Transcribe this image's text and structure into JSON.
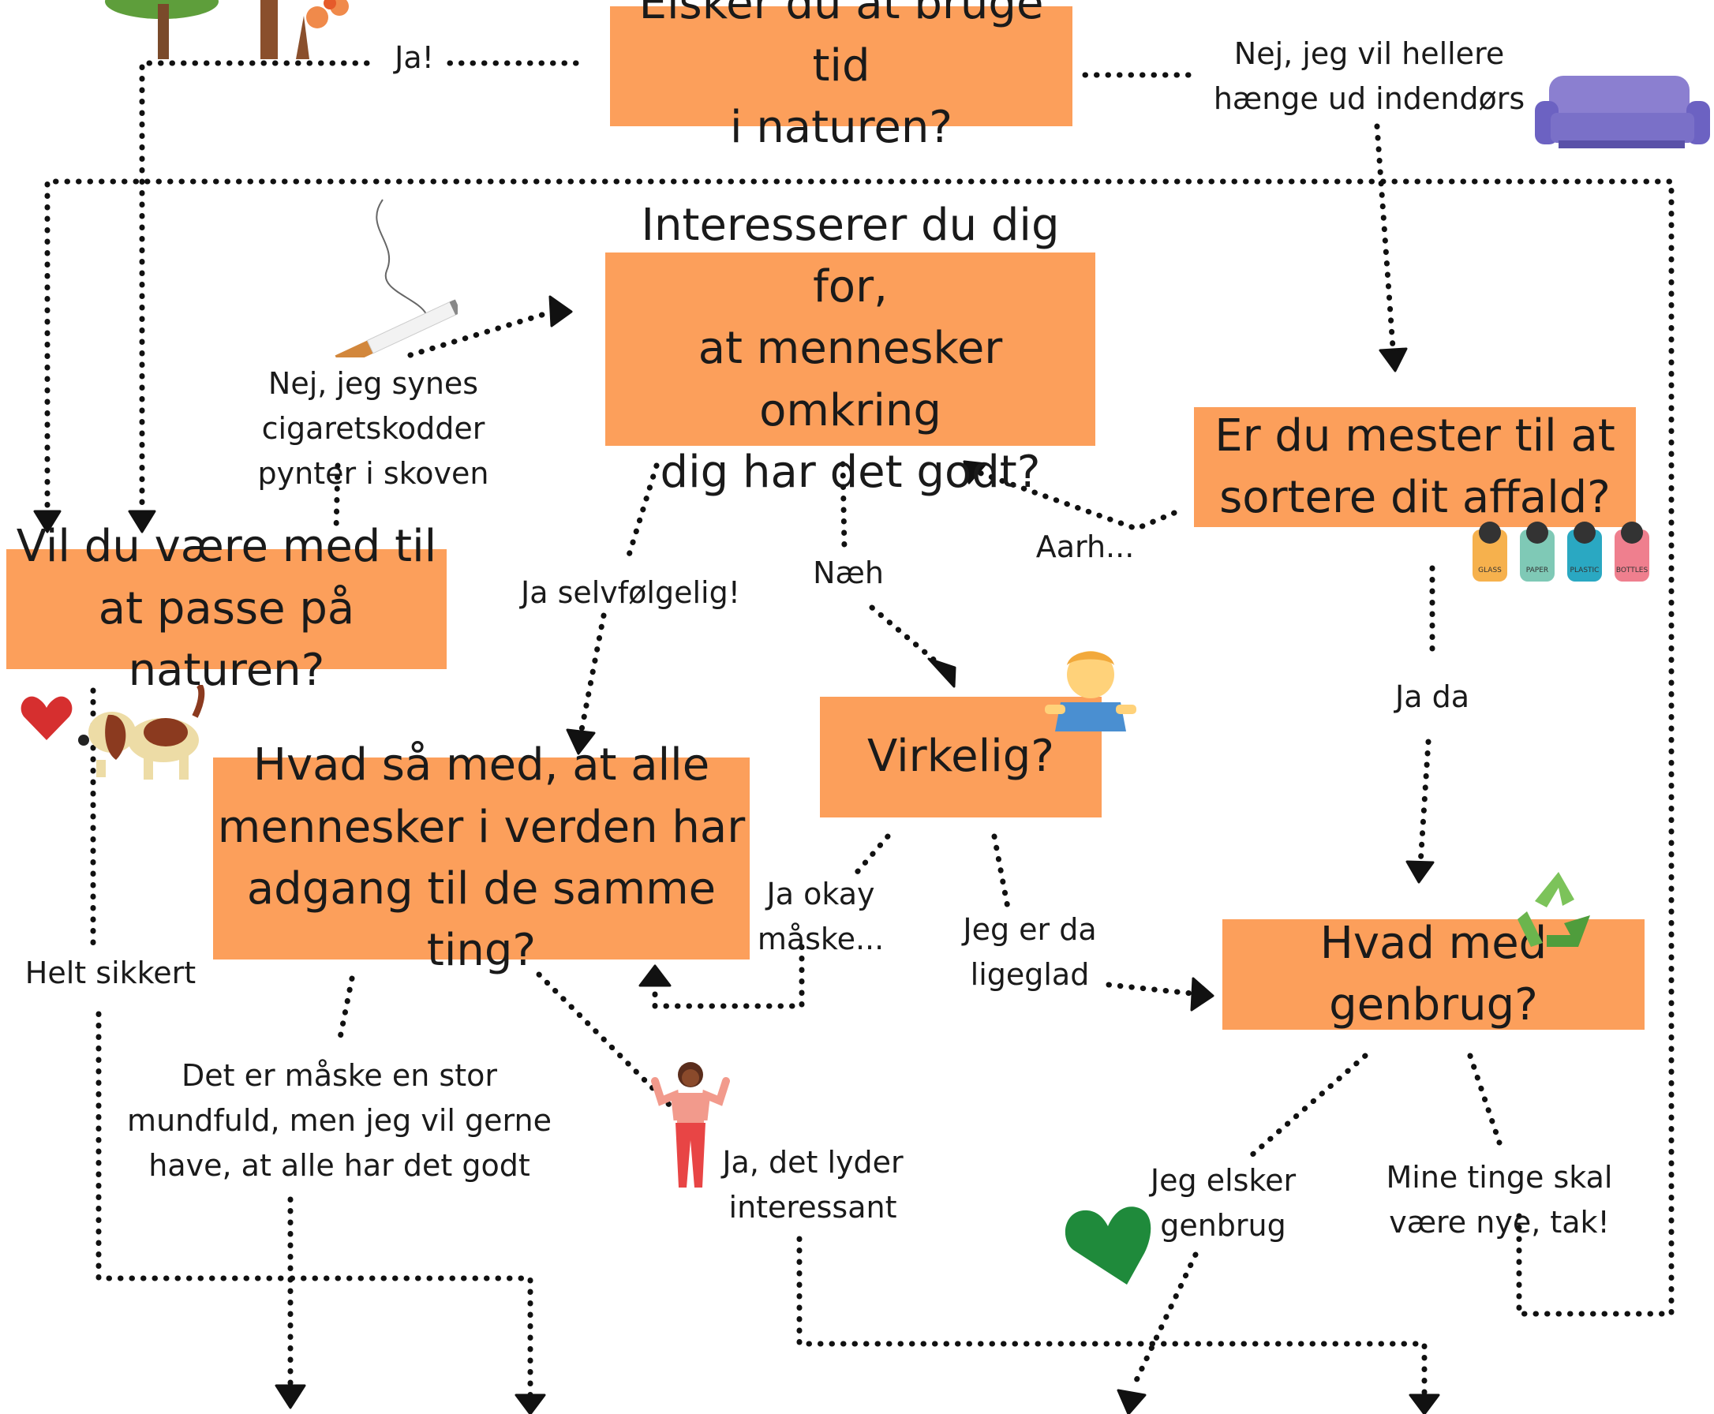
{
  "nodes": {
    "q_nature": "Elsker du at bruge tid\ni naturen?",
    "q_care": "Interesserer du dig for,\nat mennesker omkring\ndig har det godt?",
    "q_sort": "Er du mester til at\nsortere dit affald?",
    "q_protect": "Vil du være med til\nat passe på naturen?",
    "q_equal": "Hvad så med, at alle\nmennesker i verden har\nadgang til de samme ting?",
    "q_really": "Virkelig?",
    "q_recycle": "Hvad med genbrug?"
  },
  "edge_labels": {
    "yes_nature": "Ja!",
    "no_indoors": "Nej, jeg vil hellere\nhænge ud indendørs",
    "cigarettes": "Nej, jeg synes cigaretskodder\npynter i skoven",
    "of_course": "Ja selvfølgelig!",
    "nah": "Næh",
    "aarh": "Aarh...",
    "ja_da": "Ja da",
    "ja_okay": "Ja okay\nmåske...",
    "dont_care": "Jeg er da\nligeglad",
    "sure": "Helt sikkert",
    "big_mouthful": "Det er måske en stor\nmundfuld, men jeg vil gerne\nhave, at alle har det godt",
    "interesting": "Ja, det lyder\ninteressant",
    "love_recycling": "Jeg elsker\ngenbrug",
    "new_things": "Mine tinge skal\nvære nye, tak!"
  },
  "bins": [
    "GLASS",
    "PAPER",
    "PLASTIC",
    "BOTTLES"
  ],
  "decorations": [
    "trees-icon",
    "sofa-icon",
    "cigarette-icon",
    "recycling-bins-icon",
    "shrug-person-icon",
    "recycle-symbol-icon",
    "red-heart-icon",
    "dog-icon",
    "strong-woman-icon",
    "green-heart-icon"
  ],
  "colors": {
    "box": "#fc9f5b",
    "line": "#111111",
    "text": "#1a1a1a"
  }
}
